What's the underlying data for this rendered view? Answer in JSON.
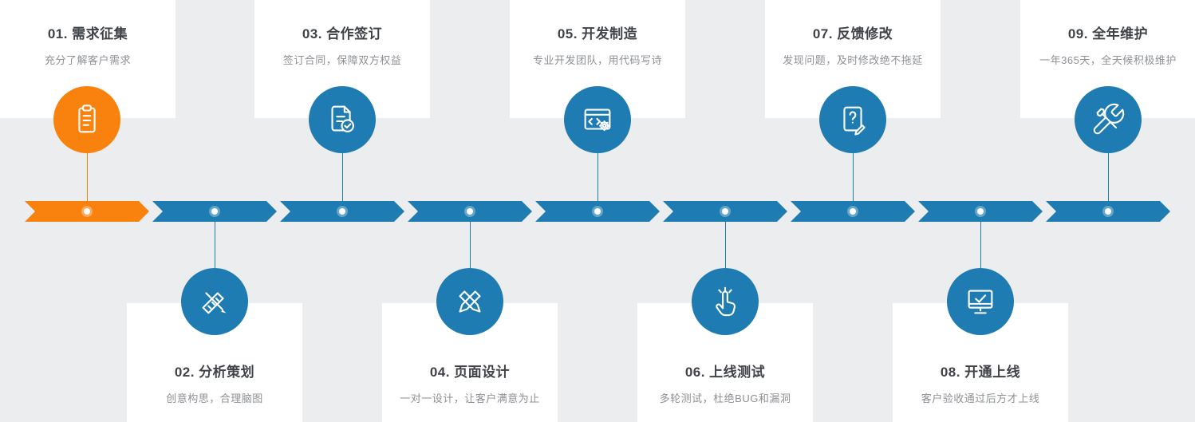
{
  "colors": {
    "background": "#ecedef",
    "accent_orange": "#f8820d",
    "accent_blue": "#1e7cb2",
    "card_bg": "#ffffff",
    "title_text": "#3f4247",
    "subtitle_text": "#8d9094"
  },
  "steps": [
    {
      "title": "01. 需求征集",
      "subtitle": "充分了解客户需求",
      "icon": "clipboard-icon",
      "position": "top",
      "accent": "orange"
    },
    {
      "title": "02. 分析策划",
      "subtitle": "创意构思，合理脑图",
      "icon": "design-ruler-icon",
      "position": "bottom",
      "accent": "blue"
    },
    {
      "title": "03. 合作签订",
      "subtitle": "签订合同，保障双方权益",
      "icon": "contract-check-icon",
      "position": "top",
      "accent": "blue"
    },
    {
      "title": "04. 页面设计",
      "subtitle": "一对一设计，让客户满意为止",
      "icon": "crossed-pens-icon",
      "position": "bottom",
      "accent": "blue"
    },
    {
      "title": "05. 开发制造",
      "subtitle": "专业开发团队，用代码写诗",
      "icon": "code-window-icon",
      "position": "top",
      "accent": "blue"
    },
    {
      "title": "06. 上线测试",
      "subtitle": "多轮测试，杜绝BUG和漏洞",
      "icon": "click-hand-icon",
      "position": "bottom",
      "accent": "blue"
    },
    {
      "title": "07. 反馈修改",
      "subtitle": "发现问题，及时修改绝不拖延",
      "icon": "feedback-doc-icon",
      "position": "top",
      "accent": "blue"
    },
    {
      "title": "08. 开通上线",
      "subtitle": "客户验收通过后方才上线",
      "icon": "monitor-check-icon",
      "position": "bottom",
      "accent": "blue"
    },
    {
      "title": "09. 全年维护",
      "subtitle": "一年365天，全天候积极维护",
      "icon": "tools-icon",
      "position": "top",
      "accent": "blue"
    }
  ]
}
